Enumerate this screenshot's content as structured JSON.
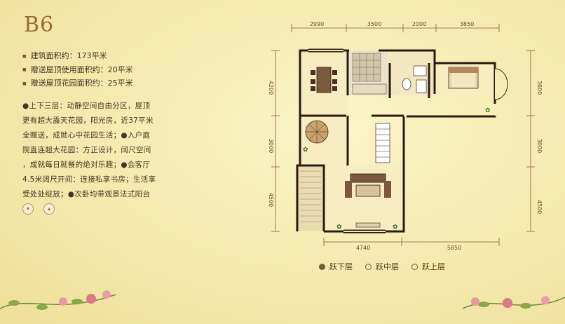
{
  "unit_title": "B6",
  "stats": {
    "area": "建筑面积约：173平米",
    "rooftop_use": "赠送屋顶使用面积约：20平米",
    "rooftop_garden": "赠送屋顶花园面积约：25平米"
  },
  "description": {
    "lines": [
      "●上下三层：动静空间自由分区，屋顶",
      "更有超大露天花园，阳光房，近37平米",
      "全赠送，成就心中花园生活；●入户庭",
      "院直连超大花园：方正设计，阔尺空间",
      "，成就每日就餐的绝对乐趣；●会客厅",
      "4.5米阔尺开间：连接私享书房；生活享",
      "受处处绽放；●次卧均带观景法式阳台"
    ]
  },
  "nav": {
    "prev_icon": "chevron-down-icon",
    "next_icon": "chevron-up-icon",
    "prev_glyph": "▾",
    "next_glyph": "▴"
  },
  "dimensions": {
    "top": [
      "2990",
      "3500",
      "2000",
      "3850"
    ],
    "left": [
      "4200",
      "3000",
      "4500"
    ],
    "right": [
      "3600",
      "3000",
      "4500"
    ],
    "bottom": [
      "4740",
      "5850"
    ]
  },
  "floor_tabs": [
    {
      "label": "跃下层",
      "active": true
    },
    {
      "label": "跃中层",
      "active": false
    },
    {
      "label": "跃上层",
      "active": false
    }
  ],
  "colors": {
    "background": "#f6ebb2",
    "title": "#9b6a34",
    "wall": "#2a1a10",
    "room_fill": "#f7edc0",
    "dimension": "#8a5a3a"
  }
}
